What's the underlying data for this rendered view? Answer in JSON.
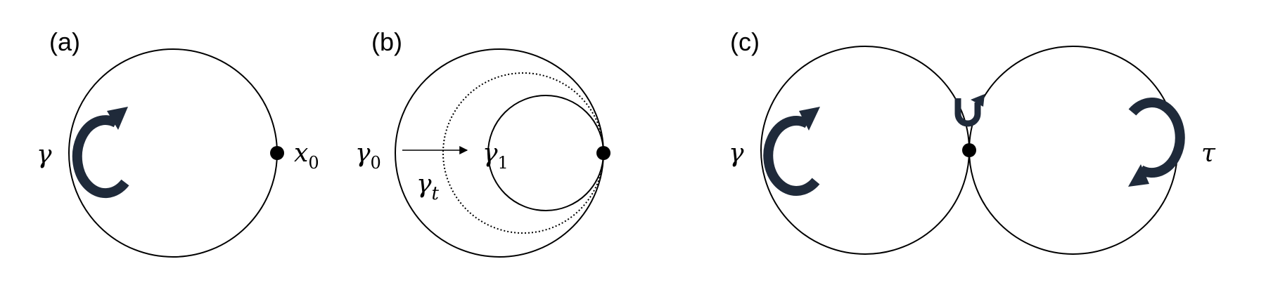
{
  "panels": {
    "a": {
      "label": "(a)",
      "curve_name": "γ",
      "point_name_main": "x",
      "point_name_sub": "0"
    },
    "b": {
      "label": "(b)",
      "outer_name_main": "γ",
      "outer_name_sub": "0",
      "inner_name_main": "γ",
      "inner_name_sub": "1",
      "middle_name_main": "γ",
      "middle_name_sub": "t"
    },
    "c": {
      "label": "(c)",
      "left_curve_name": "γ",
      "right_curve_name": "τ"
    }
  },
  "colors": {
    "stroke": "#000000",
    "arrow_fill": "#1f2a3a"
  }
}
